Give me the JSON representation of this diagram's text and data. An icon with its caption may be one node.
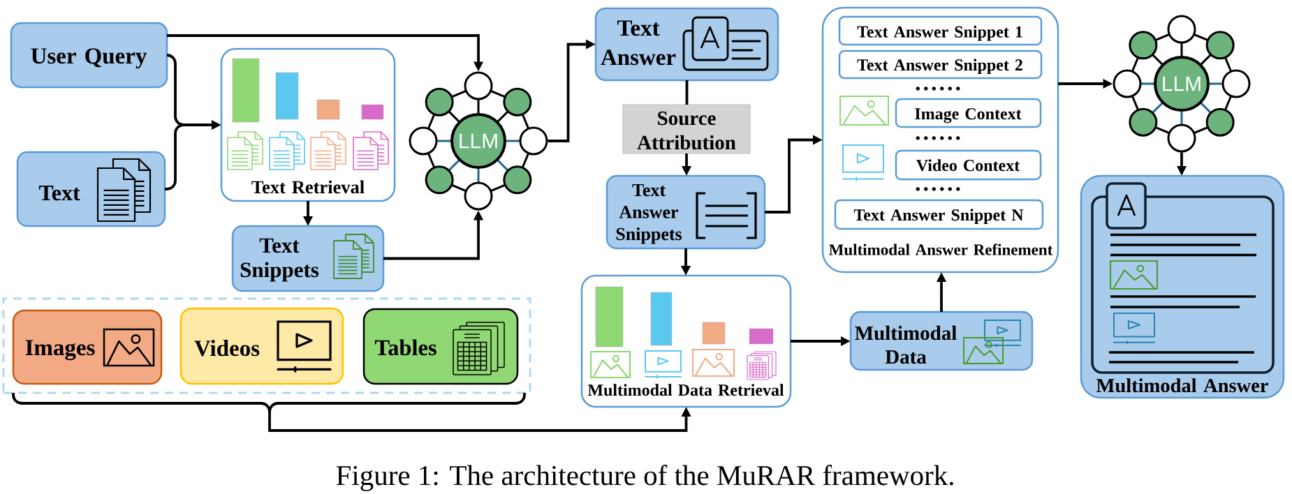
{
  "diagram": {
    "caption": "Figure 1: The architecture of the MuRAR framework.",
    "nodes": [
      {
        "text": [
          "User Query"
        ]
      },
      {
        "text": [
          "Text"
        ]
      },
      {
        "text": [
          "Text Retrieval"
        ]
      },
      {
        "text": [
          "Text Snippets"
        ]
      },
      {
        "text": [],
        "shape": "box"
      },
      {
        "text": [
          "Images"
        ],
        "in": 4
      },
      {
        "text": [
          "Videos"
        ],
        "in": 4
      },
      {
        "text": [
          "Tables"
        ],
        "in": 4
      },
      {
        "text": [
          "LLM"
        ]
      },
      {
        "text": [
          "Text Answer"
        ]
      },
      {
        "text": [
          "Source Attribution"
        ]
      },
      {
        "text": [
          "Text Answer Snippets"
        ]
      },
      {
        "text": [
          "Multimodal Data Retrieval"
        ]
      },
      {
        "text": [
          "Multimodal Data"
        ]
      },
      {
        "text": [
          "Multimodal Answer Refinement"
        ]
      },
      {
        "text": [
          "Text Answer Snippet 1"
        ],
        "in": 14
      },
      {
        "text": [
          "Text Answer Snippet 2"
        ],
        "in": 14
      },
      {
        "text": [
          "Image Context"
        ],
        "in": 14
      },
      {
        "text": [
          "Video Context"
        ],
        "in": 14
      },
      {
        "text": [
          "Text Answer Snippet N"
        ],
        "in": 14
      },
      {
        "text": [
          "LLM"
        ]
      },
      {
        "text": [
          "Multimodal Answer"
        ]
      }
    ],
    "edges": [
      {
        "from": 0,
        "to": 8,
        "arrow": "to"
      },
      {
        "from": 0,
        "to": 2,
        "arrow": "to"
      },
      {
        "from": 1,
        "to": 2,
        "arrow": "to"
      },
      {
        "from": 2,
        "to": 3,
        "arrow": "to"
      },
      {
        "from": 3,
        "to": 8,
        "arrow": "to"
      },
      {
        "from": 8,
        "to": 9,
        "arrow": "to"
      },
      {
        "from": 9,
        "to": 10,
        "arrow": "none"
      },
      {
        "from": 10,
        "to": 11,
        "arrow": "to"
      },
      {
        "from": 11,
        "to": 12,
        "arrow": "to"
      },
      {
        "from": 11,
        "to": 14,
        "arrow": "to"
      },
      {
        "from": 4,
        "to": 12,
        "arrow": "to"
      },
      {
        "from": 12,
        "to": 13,
        "arrow": "to"
      },
      {
        "from": 13,
        "to": 14,
        "arrow": "to"
      },
      {
        "from": 14,
        "to": 20,
        "arrow": "to"
      },
      {
        "from": 20,
        "to": 21,
        "arrow": "to"
      }
    ],
    "labels": [
      "......",
      "......",
      "......"
    ]
  }
}
